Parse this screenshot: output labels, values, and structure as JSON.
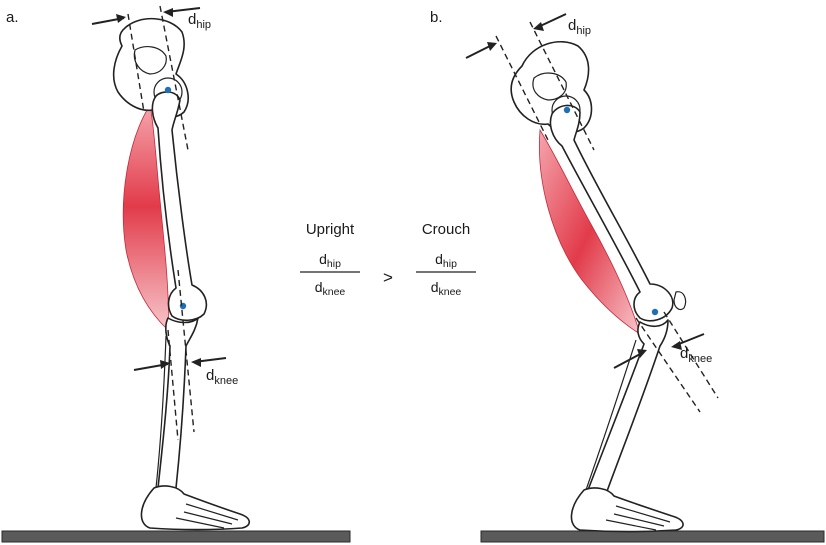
{
  "panels": {
    "a": {
      "label": "a.",
      "hip_label": "d",
      "hip_sub": "hip",
      "knee_label": "d",
      "knee_sub": "knee"
    },
    "b": {
      "label": "b.",
      "hip_label": "d",
      "hip_sub": "hip",
      "knee_label": "d",
      "knee_sub": "knee"
    }
  },
  "comparison": {
    "left_heading": "Upright",
    "right_heading": "Crouch",
    "operator": ">",
    "left_num": "d",
    "left_num_sub": "hip",
    "left_den": "d",
    "left_den_sub": "knee",
    "right_num": "d",
    "right_num_sub": "hip",
    "right_den": "d",
    "right_den_sub": "knee"
  },
  "colors": {
    "muscle": "#e23b4a",
    "joint": "#1f6fb5",
    "ground": "#5a5a5a"
  }
}
